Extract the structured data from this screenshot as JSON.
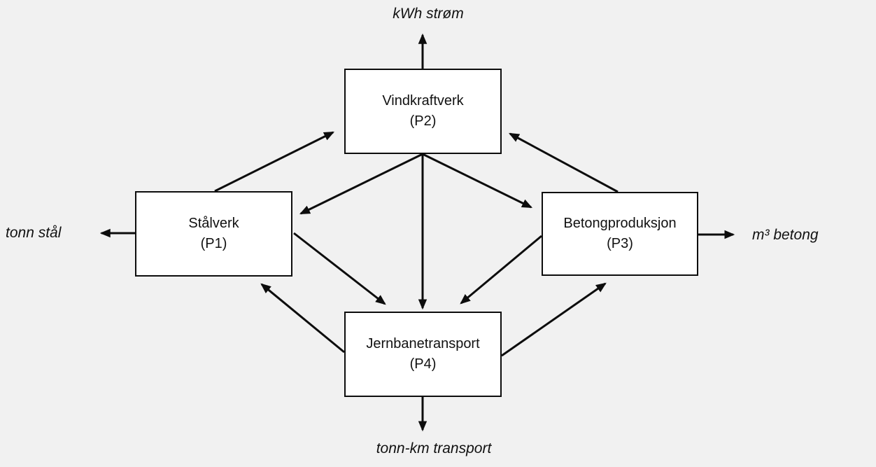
{
  "diagram": {
    "type": "process-flow-diagram",
    "colors": {
      "background": "#f1f1f1",
      "node_fill": "#ffffff",
      "stroke": "#0d0d0d"
    },
    "nodes": {
      "p1": {
        "name": "Stålverk",
        "code": "(P1)"
      },
      "p2": {
        "name": "Vindkraftverk",
        "code": "(P2)"
      },
      "p3": {
        "name": "Betongproduksjon",
        "code": "(P3)"
      },
      "p4": {
        "name": "Jernbanetransport",
        "code": "(P4)"
      }
    },
    "external_flows": {
      "electricity": {
        "label": "kWh strøm",
        "from": "P2",
        "direction": "up"
      },
      "steel": {
        "label": "tonn stål",
        "from": "P1",
        "direction": "left"
      },
      "concrete": {
        "label": "m³ betong",
        "from": "P3",
        "direction": "right"
      },
      "transport": {
        "label": "tonn-km transport",
        "from": "P4",
        "direction": "down"
      }
    },
    "connections": [
      {
        "from": "P1",
        "to": "P2"
      },
      {
        "from": "P2",
        "to": "P1"
      },
      {
        "from": "P3",
        "to": "P2"
      },
      {
        "from": "P2",
        "to": "P3"
      },
      {
        "from": "P2",
        "to": "P4"
      },
      {
        "from": "P1",
        "to": "P4"
      },
      {
        "from": "P4",
        "to": "P1"
      },
      {
        "from": "P3",
        "to": "P4"
      },
      {
        "from": "P4",
        "to": "P3"
      }
    ]
  }
}
